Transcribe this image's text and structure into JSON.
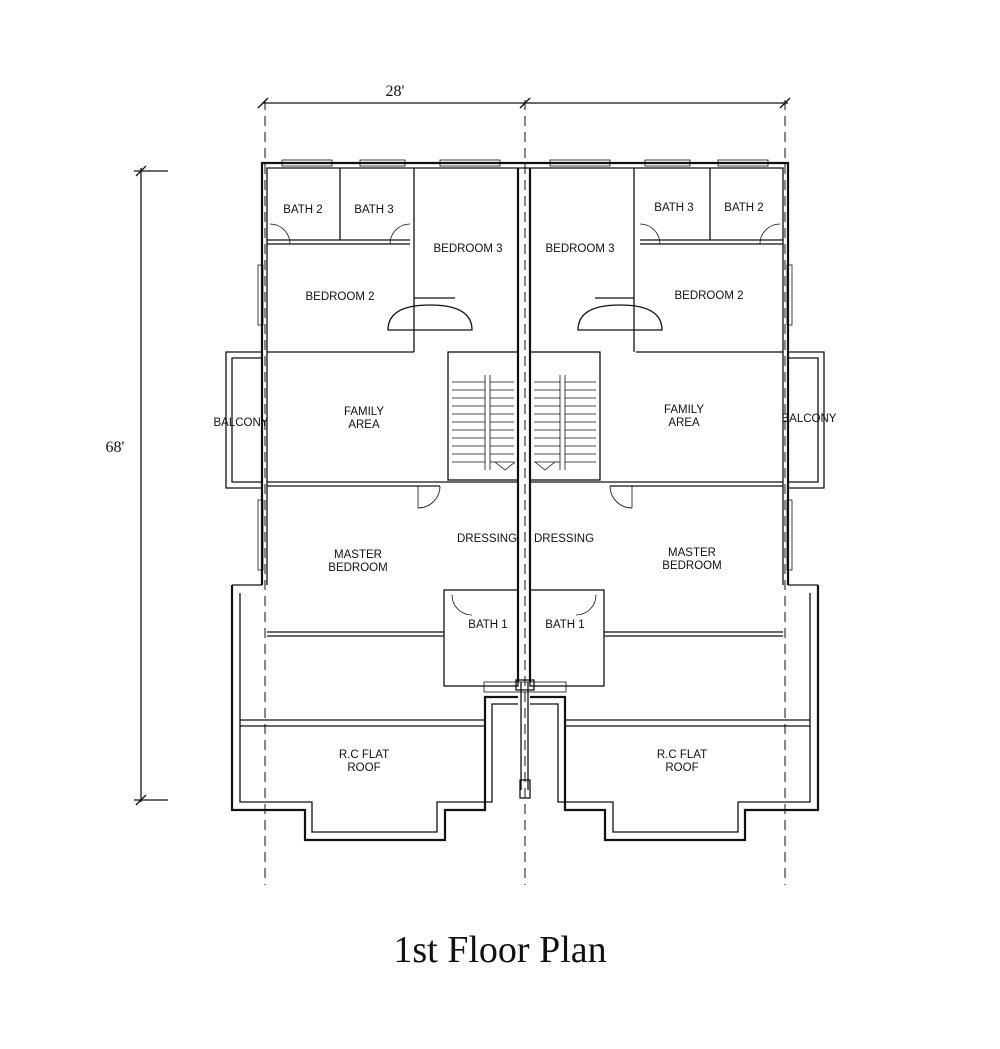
{
  "title": "1st Floor Plan",
  "dimensions": {
    "width": "28'",
    "depth": "68'"
  },
  "rooms": {
    "bath2_left": "BATH 2",
    "bath3_left": "BATH 3",
    "bedroom3_left": "BEDROOM 3",
    "bedroom3_right": "BEDROOM 3",
    "bath3_right": "BATH 3",
    "bath2_right": "BATH 2",
    "bedroom2_left": "BEDROOM 2",
    "bedroom2_right": "BEDROOM 2",
    "balcony_left": "BALCONY",
    "balcony_right": "BALCONY",
    "family_left": [
      "FAMILY",
      "AREA"
    ],
    "family_right": [
      "FAMILY",
      "AREA"
    ],
    "dressing_left": "DRESSING",
    "dressing_right": "DRESSING",
    "master_left": [
      "MASTER",
      "BEDROOM"
    ],
    "master_right": [
      "MASTER",
      "BEDROOM"
    ],
    "bath1_left": "BATH 1",
    "bath1_right": "BATH 1",
    "roof_left": [
      "R.C FLAT",
      "ROOF"
    ],
    "roof_right": [
      "R.C FLAT",
      "ROOF"
    ]
  }
}
